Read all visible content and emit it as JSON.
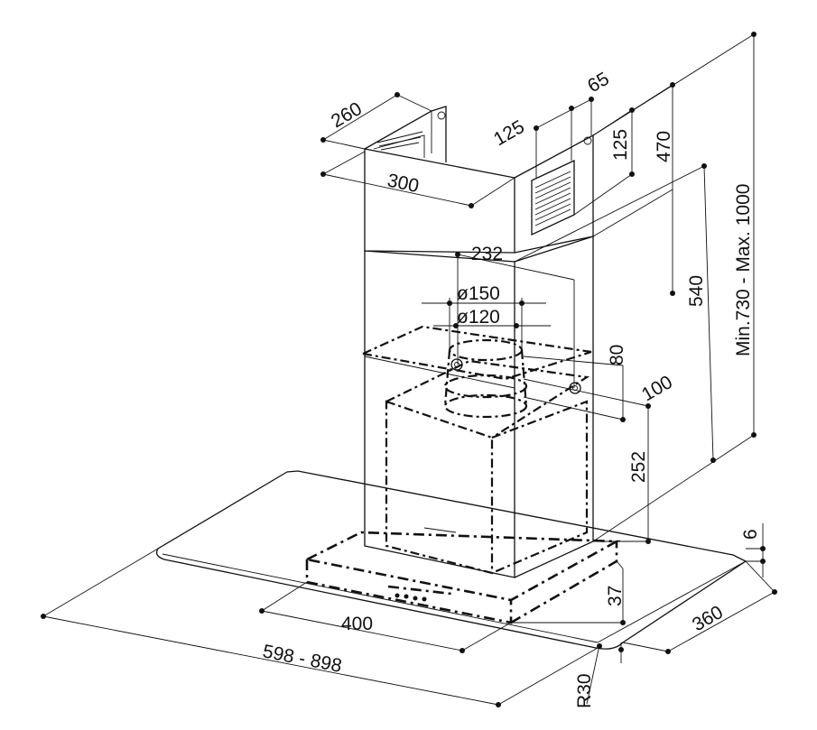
{
  "labels": {
    "d260": "260",
    "d300": "300",
    "d125a": "125",
    "d65": "65",
    "d125b": "125",
    "d470": "470",
    "d232": "232",
    "d150": "ø150",
    "d120": "ø120",
    "d540": "540",
    "d80": "80",
    "d100": "100",
    "dheight": "Min.730 - Max. 1000",
    "d252": "252",
    "d6": "6",
    "d37": "37",
    "d400": "400",
    "d360": "360",
    "dwidth": "598 - 898",
    "dr30": "R30"
  }
}
